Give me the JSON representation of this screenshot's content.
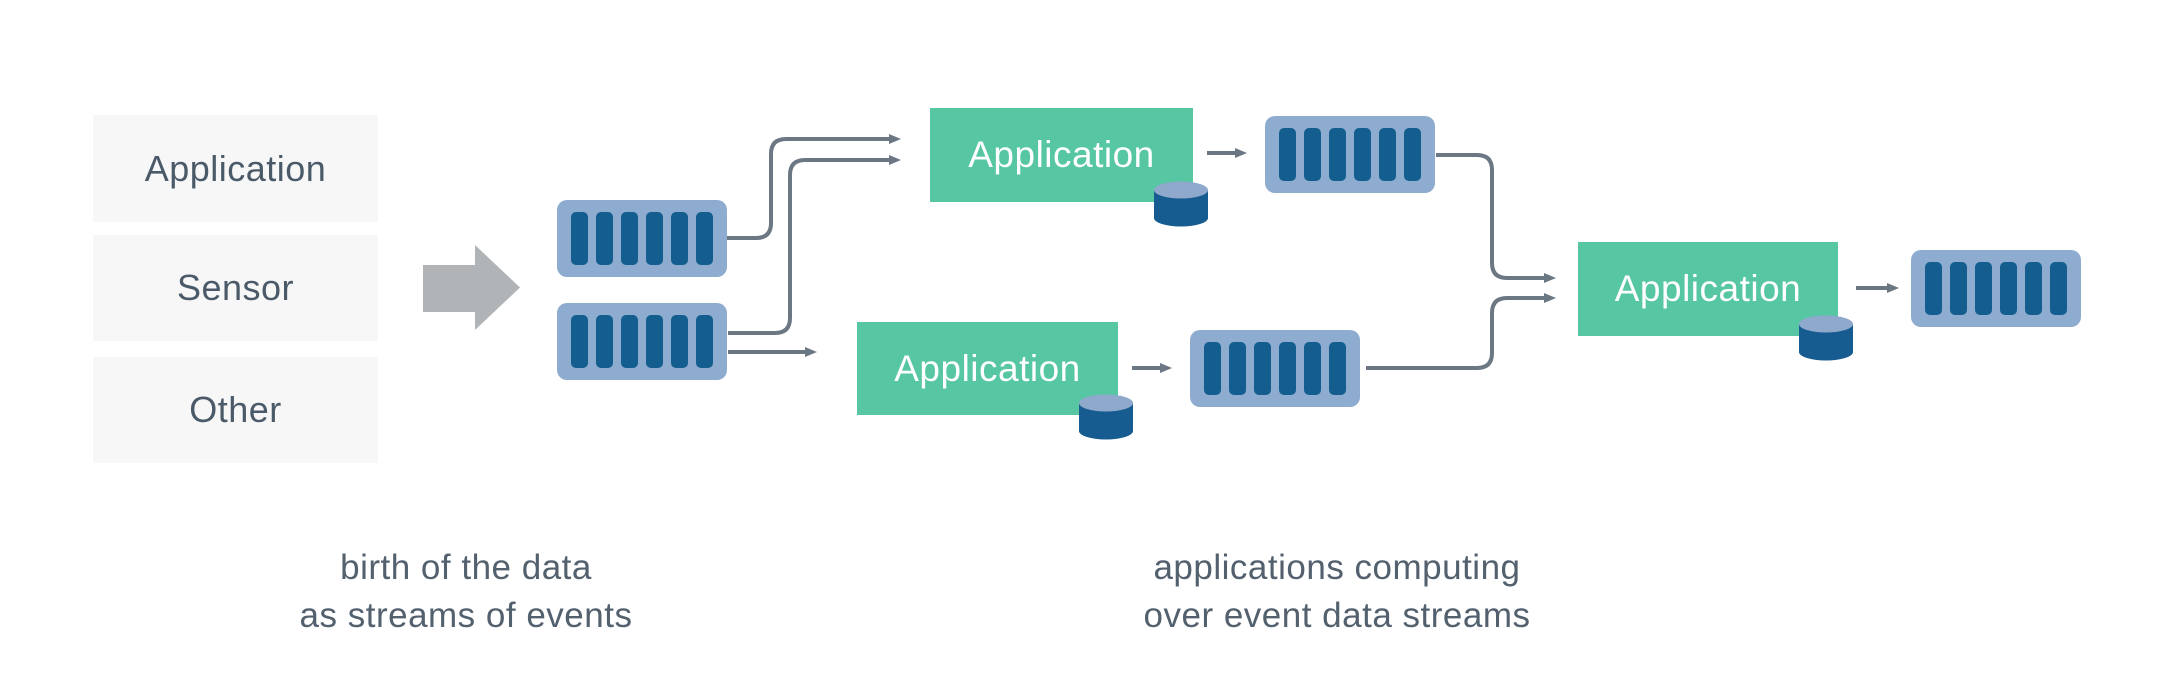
{
  "sources": {
    "items": [
      {
        "label": "Application"
      },
      {
        "label": "Sensor"
      },
      {
        "label": "Other"
      }
    ]
  },
  "processors": {
    "items": [
      {
        "label": "Application"
      },
      {
        "label": "Application"
      },
      {
        "label": "Application"
      }
    ]
  },
  "captions": {
    "left": {
      "line1": "birth of the data",
      "line2": "as streams of events"
    },
    "right": {
      "line1": "applications computing",
      "line2": "over event data streams"
    }
  },
  "streams": {
    "bar_count": 6
  },
  "icons": {
    "ingest": "block-arrow-icon",
    "stream": "event-stream-icon",
    "database": "database-cylinder-icon",
    "flow": "flow-arrow"
  },
  "colors": {
    "app_box_green": "#56c6a3",
    "stream_outer_blue": "#8eaccf",
    "stream_bar_blue": "#135e8e",
    "cylinder_body_blue": "#175c90",
    "cylinder_top_blue": "#8fa9cc",
    "flow_arrow_gray": "#6b7783",
    "block_arrow_gray": "#b1b4b6",
    "source_box_bg": "#f7f7f8",
    "text_slate": "#4b5a68",
    "app_label_white": "#ffffff"
  }
}
